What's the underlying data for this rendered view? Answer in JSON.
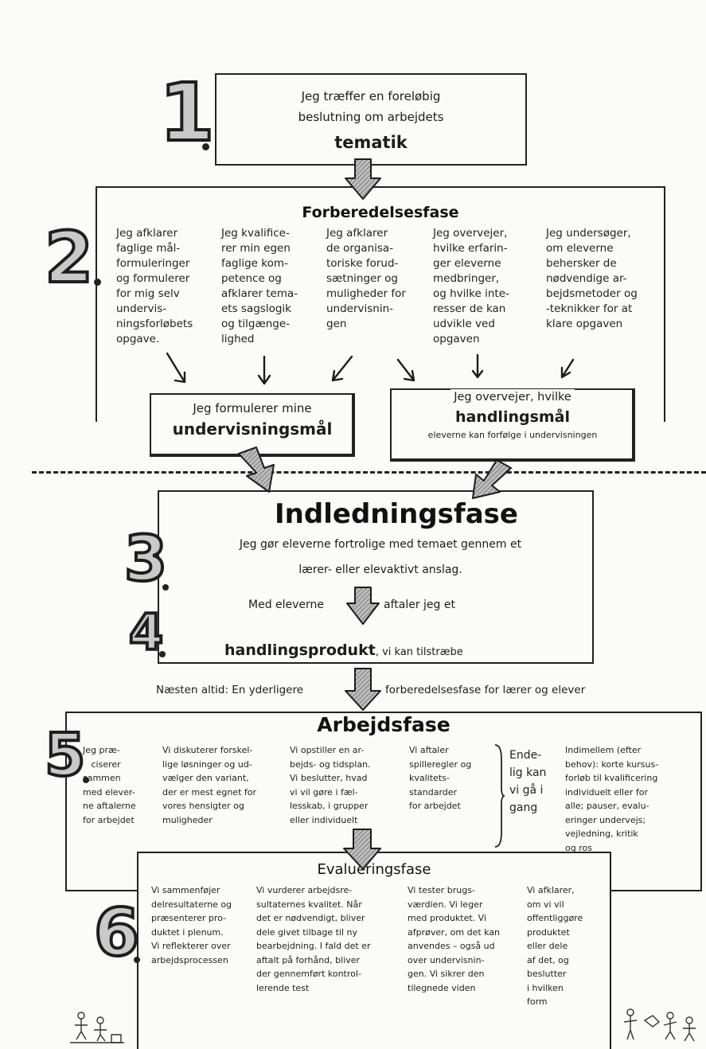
{
  "numbers": {
    "n1": "1",
    "n2": "2",
    "n3": "3",
    "n4": "4",
    "n5": "5",
    "n6": "6"
  },
  "step1": {
    "line1": "Jeg træffer en foreløbig",
    "line2": "beslutning om arbejdets",
    "emph": "tematik"
  },
  "prep": {
    "title": "Forberedelsesfase",
    "columns": [
      "Jeg afklarer\nfaglige mål-\nformuleringer\nog formulerer\nfor mig selv\nundervis-\nningsforløbets\nopgave.",
      "Jeg kvalifice-\nrer min egen\nfaglige kom-\npetence og\nafklarer tema-\nets sagslogik\nog tilgænge-\nlighed",
      "Jeg afklarer\nde organisa-\ntoriske forud-\nsætninger og\nmuligheder for\nundervisnin-\ngen",
      "Jeg overvejer,\nhvilke erfarin-\nger eleverne\nmedbringer,\nog hvilke inte-\nresser de kan\nudvikle ved\nopgaven",
      "Jeg undersøger,\nom eleverne\nbehersker de\nnødvendige ar-\nbejdsmetoder og\n-teknikker for at\nklare opgaven"
    ],
    "goal_box": {
      "line1": "Jeg formulerer mine",
      "emph": "undervisningsmål"
    },
    "action_box": {
      "line1": "Jeg overvejer, hvilke",
      "emph": "handlingsmål",
      "line2": "eleverne kan forfølge i undervisningen"
    }
  },
  "intro": {
    "title": "Indledningsfase",
    "line1": "Jeg gør eleverne fortrolige med temaet gennem et",
    "line2": "lærer- eller elevaktivt anslag.",
    "with_left": "Med eleverne",
    "with_right": "aftaler jeg et",
    "product_emph": "handlingsprodukt",
    "product_rest": ", vi kan tilstræbe"
  },
  "between": {
    "left": "Næsten altid: En yderligere",
    "right": "forberedelsesfase for lærer og elever"
  },
  "work": {
    "title": "Arbejdsfase",
    "columns": [
      "Jeg præ-\n   ciserer\nsammen\nmed elever-\nne aftalerne\nfor arbejdet",
      "Vi diskuterer forskel-\nlige løsninger og ud-\nvælger den variant,\nder er mest egnet for\nvores hensigter og\nmuligheder",
      "Vi opstiller en ar-\nbejds- og tidsplan.\nVi beslutter, hvad\nvi vil gøre i fæl-\nlesskab, i grupper\neller individuelt",
      "Vi aftaler\nspilleregler og\nkvalitets-\nstandarder\nfor arbejdet"
    ],
    "start": "Ende-\nlig kan\nvi gå i\ngang",
    "meanwhile": "Indimellem (efter\nbehov): korte kursus-\nforløb til kvalificering\nindividuelt eller for\nalle; pauser, evalu-\neringer undervejs;\nvejledning, kritik\nog ros"
  },
  "eval": {
    "title": "Evalueringsfase",
    "columns": [
      "Vi sammenføjer\ndelresultaterne og\npræsenterer pro-\nduktet i plenum.\nVi reflekterer over\narbejdsprocessen",
      "Vi vurderer arbejdsre-\nsultaternes kvalitet. Når\ndet er nødvendigt, bliver\ndele givet tilbage til ny\nbearbejdning. I fald det er\naftalt på forhånd, bliver\nder gennemført kontrol-\nlerende test",
      "Vi tester brugs-\nværdien. Vi leger\nmed produktet. Vi\nafprøver, om det kan\nanvendes – også ud\nover undervisnin-\ngen. Vi sikrer den\ntilegnede viden",
      "Vi afklarer,\nom vi vil\noffentliggøre\nproduktet\neller dele\naf det, og\nbeslutter\ni hvilken\nform"
    ]
  },
  "colors": {
    "ink": "#1c1c1c",
    "arrow_fill": "#9a9a9a",
    "numeral_fill": "#c9c9c9"
  }
}
